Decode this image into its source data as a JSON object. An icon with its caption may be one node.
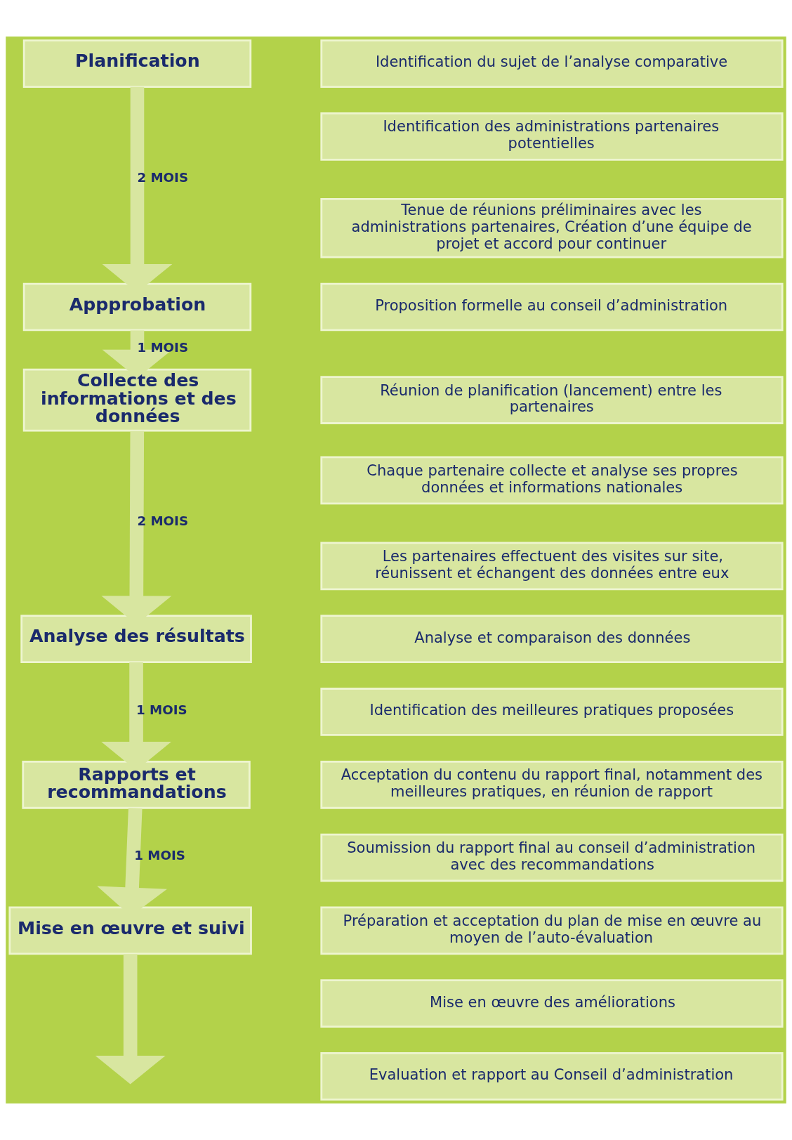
{
  "diagram": {
    "nodes": [
      {
        "text": [
          "Planification"
        ]
      },
      {
        "text": [
          "Identification du sujet de l’analyse comparative"
        ]
      },
      {
        "text": [
          "Identification des administrations partenaires potentielles"
        ]
      },
      {
        "text": [
          "Tenue de réunions préliminaires avec les administrations partenaires, Création d’une équipe de projet et accord pour continuer"
        ]
      },
      {
        "text": [
          "Appprobation"
        ]
      },
      {
        "text": [
          "Proposition formelle au conseil d’administration"
        ]
      },
      {
        "text": [
          "Collecte des informations et des données"
        ]
      },
      {
        "text": [
          "Réunion de planification (lancement) entre les partenaires"
        ]
      },
      {
        "text": [
          "Chaque partenaire collecte et analyse ses propres données et informations nationales"
        ]
      },
      {
        "text": [
          "Les partenaires effectuent des visites sur site, réunissent et échangent des données entre eux"
        ]
      },
      {
        "text": [
          "Analyse des résultats"
        ]
      },
      {
        "text": [
          "Analyse et comparaison des données"
        ]
      },
      {
        "text": [
          "Identification des meilleures pratiques proposées"
        ]
      },
      {
        "text": [
          "Rapports et recommandations"
        ]
      },
      {
        "text": [
          "Acceptation du contenu du rapport final, notamment des meilleures pratiques, en réunion de rapport"
        ]
      },
      {
        "text": [
          "Soumission du rapport final au conseil d’administration avec des recommandations"
        ]
      },
      {
        "text": [
          "Mise en œuvre et suivi"
        ]
      },
      {
        "text": [
          "Préparation et acceptation du plan de mise en œuvre au moyen de l’auto-évaluation"
        ]
      },
      {
        "text": [
          "Mise en œuvre des améliorations"
        ]
      },
      {
        "text": [
          "Evaluation et rapport au Conseil d’administration"
        ]
      }
    ],
    "edges": [
      {
        "from": 0,
        "to": 4,
        "arrow": "to",
        "label": "2 MOIS"
      },
      {
        "from": 4,
        "to": 6,
        "arrow": "to",
        "label": "1 MOIS"
      },
      {
        "from": 6,
        "to": 10,
        "arrow": "to",
        "label": "2 MOIS"
      },
      {
        "from": 10,
        "to": 13,
        "arrow": "to",
        "label": "1 MOIS"
      },
      {
        "from": 13,
        "to": 16,
        "arrow": "to",
        "label": "1 MOIS"
      },
      {
        "from": 16,
        "to": null,
        "arrow": "to"
      }
    ]
  }
}
